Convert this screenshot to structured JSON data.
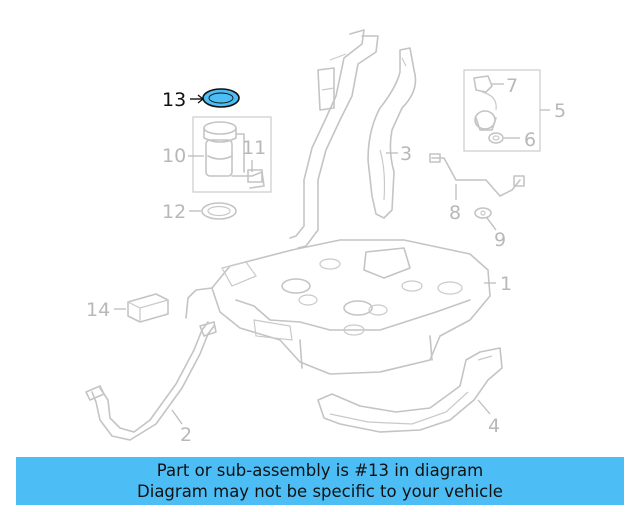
{
  "callouts": {
    "c1": "1",
    "c2": "2",
    "c3": "3",
    "c4": "4",
    "c5": "5",
    "c6": "6",
    "c7": "7",
    "c8": "8",
    "c9": "9",
    "c10": "10",
    "c11": "11",
    "c12": "12",
    "c13": "13",
    "c14": "14"
  },
  "highlight": {
    "part": "13",
    "fill": "#4dbef5"
  },
  "banner": {
    "line1": "Part or sub-assembly is #13 in diagram",
    "line2": "Diagram may not be specific to your vehicle",
    "color": "#4dbef5"
  }
}
